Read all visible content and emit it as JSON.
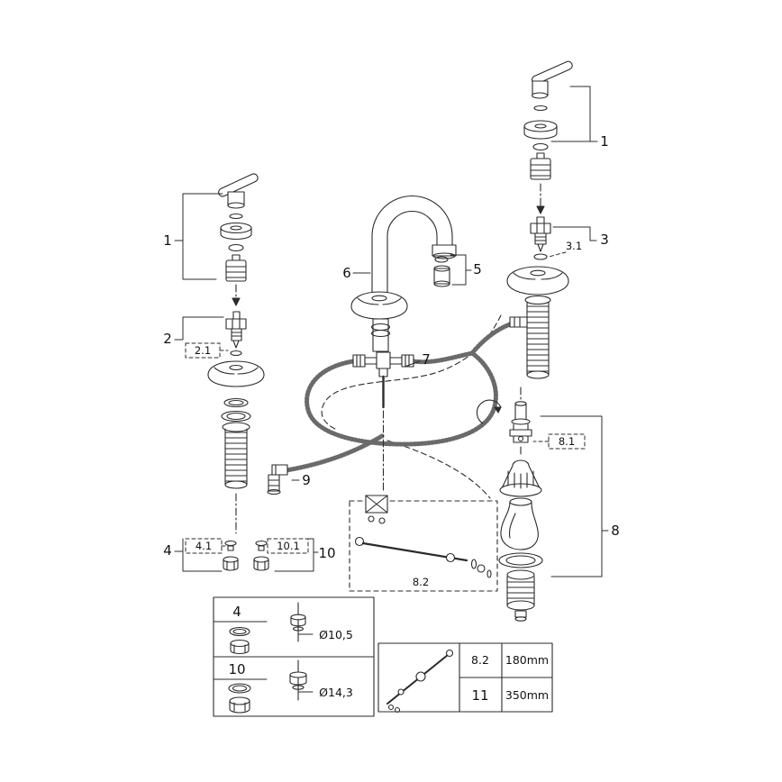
{
  "diagram": {
    "type": "exploded-parts-diagram",
    "callouts": {
      "one_left": "1",
      "one_right": "1",
      "two": "2",
      "two_one": "2.1",
      "three": "3",
      "three_one": "3.1",
      "four": "4",
      "four_one": "4.1",
      "five": "5",
      "six": "6",
      "seven": "7",
      "eight": "8",
      "eight_one": "8.1",
      "eight_two": "8.2",
      "nine": "9",
      "ten": "10",
      "ten_one": "10.1"
    }
  },
  "tables": {
    "screw": {
      "rows": [
        {
          "part": "4",
          "diameter": "Ø10,5"
        },
        {
          "part": "10",
          "diameter": "Ø14,3"
        }
      ]
    },
    "length": {
      "rows": [
        {
          "part": "8.2",
          "length": "180mm"
        },
        {
          "part": "11",
          "length": "350mm"
        }
      ]
    }
  }
}
